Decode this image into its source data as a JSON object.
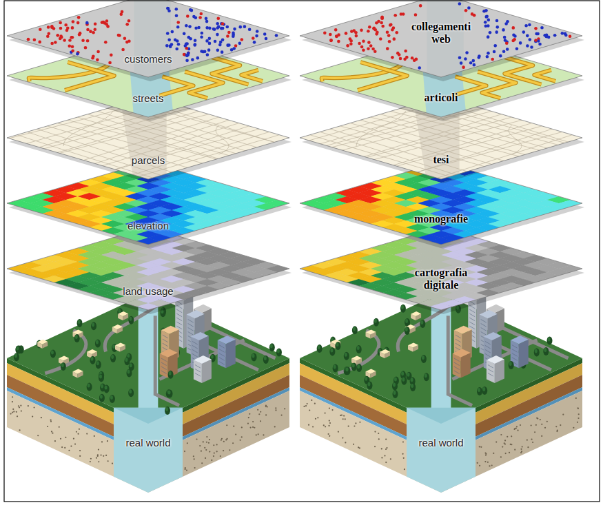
{
  "diagram": {
    "nodes": [
      {
        "text": [
          "customers"
        ]
      },
      {
        "text": [
          "streets"
        ]
      },
      {
        "text": [
          "parcels"
        ]
      },
      {
        "text": [
          "elevation"
        ]
      },
      {
        "text": [
          "land usage"
        ]
      },
      {
        "text": [
          "real world"
        ]
      },
      {
        "text": [
          "collegamenti web"
        ]
      },
      {
        "text": [
          "articoli"
        ]
      },
      {
        "text": [
          "tesi"
        ]
      },
      {
        "text": [
          "monografie"
        ]
      },
      {
        "text": [
          "cartografia digitale"
        ]
      },
      {
        "text": [
          "real world"
        ]
      }
    ]
  }
}
